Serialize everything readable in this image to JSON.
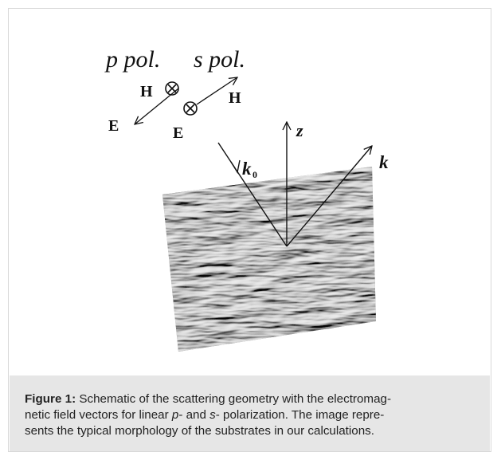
{
  "diagram": {
    "p_pol_label": "p pol.",
    "s_pol_label": "s pol.",
    "labels": {
      "p_H": "H",
      "p_E": "E",
      "s_H": "H",
      "s_E": "E",
      "p_cross": "x",
      "s_cross": "x",
      "z": "z",
      "k0": "k",
      "k0_sub": "0",
      "k": "k"
    },
    "surface": {
      "description_icon": "rough-surface-texture",
      "base_color": "#7a7a7a"
    }
  },
  "caption": {
    "lead": "Figure 1:",
    "line1_rest": " Schematic of the scattering geometry with the electromag-",
    "line2_a": "netic field vectors for linear ",
    "line2_p": "p",
    "line2_b": "- and ",
    "line2_s": "s",
    "line2_c": "- polarization. The image repre-",
    "line3": "sents the typical morphology of the substrates in our calculations."
  },
  "colors": {
    "caption_bg": "#e6e6e6",
    "frame_border": "#d8d8d8",
    "ink": "#111111"
  }
}
